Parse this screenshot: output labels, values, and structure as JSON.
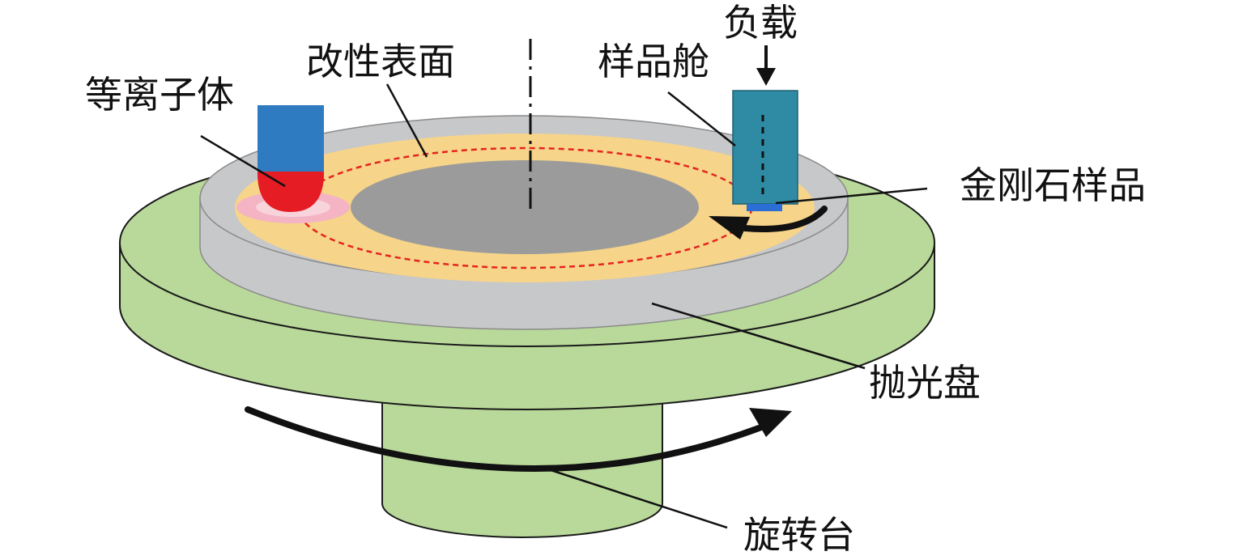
{
  "labels": {
    "plasma": "等离子体",
    "modified_surface": "改性表面",
    "load": "负载",
    "sample_chamber": "样品舱",
    "diamond_sample": "金刚石样品",
    "polishing_disk": "抛光盘",
    "rotary_table": "旋转台"
  },
  "colors": {
    "turntable_green": "#b9d99a",
    "polishing_disk_gray": "#c7c8ca",
    "modified_surface_yellow": "#f6d489",
    "center_gray": "#9b9b9b",
    "plasma_nozzle_blue": "#2f7bc1",
    "plasma_red": "#e51c24",
    "plasma_glow_pink": "#f4b4c4",
    "sample_chamber_teal": "#2f8aa3",
    "track_dashed_red": "#e52421",
    "rotation_arrow_black": "#111111"
  }
}
